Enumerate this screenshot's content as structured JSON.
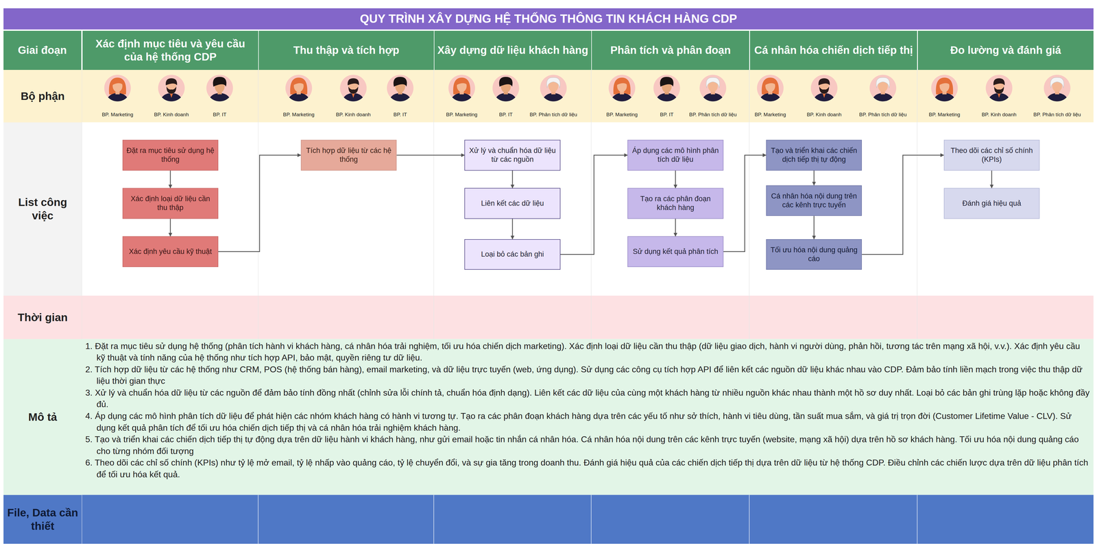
{
  "diagram": {
    "title": "QUY TRÌNH XÂY DỰNG HỆ THỐNG THÔNG TIN KHÁCH HÀNG CDP",
    "nodes": [
      {
        "text": [
          "Giai đoạn"
        ]
      },
      {
        "text": [
          "Xác định mục tiêu và yêu cầu của hệ thống CDP"
        ]
      },
      {
        "text": [
          "Thu thập và tích hợp"
        ]
      },
      {
        "text": [
          "Xây dựng dữ liệu khách hàng"
        ]
      },
      {
        "text": [
          "Phân tích và phân đoạn"
        ]
      },
      {
        "text": [
          "Cá nhân hóa chiến dịch tiếp thị"
        ]
      },
      {
        "text": [
          "Đo lường và đánh giá"
        ]
      },
      {
        "text": [
          "Bộ phận"
        ]
      },
      {
        "text": [
          "List công việc"
        ]
      },
      {
        "text": [
          "Thời gian"
        ]
      },
      {
        "text": [
          "Mô tả"
        ]
      },
      {
        "text": [
          "File, Data cần thiết"
        ]
      },
      {
        "text": [
          "Đặt ra mục tiêu sử dụng hệ thống"
        ]
      },
      {
        "text": [
          "Xác định loại dữ liệu cần thu thập"
        ]
      },
      {
        "text": [
          "Xác định yêu cầu kỹ thuật"
        ]
      },
      {
        "text": [
          "Tích hợp dữ liệu từ các hệ thống"
        ]
      },
      {
        "text": [
          "Xử lý và chuẩn hóa dữ liệu từ các nguồn"
        ]
      },
      {
        "text": [
          "Liên kết các dữ liệu"
        ]
      },
      {
        "text": [
          "Loại bỏ các bản ghi"
        ]
      },
      {
        "text": [
          "Áp dụng các mô hình phân tích dữ liệu"
        ]
      },
      {
        "text": [
          "Tạo ra các phân đoạn khách hàng"
        ]
      },
      {
        "text": [
          "Sử dụng kết quả phân tích"
        ]
      },
      {
        "text": [
          "Tạo và triển khai các chiến dịch tiếp thị tự động"
        ]
      },
      {
        "text": [
          "Cá nhân hóa nội dung trên các kênh trực tuyến"
        ]
      },
      {
        "text": [
          "Tối ưu hóa nội dung quảng cáo"
        ]
      },
      {
        "text": [
          "Theo dõi các chỉ số chính (KPIs)"
        ]
      },
      {
        "text": [
          "Đánh giá hiệu quả"
        ]
      }
    ],
    "edges": [
      {
        "from": 12,
        "to": 13,
        "arrow": "to"
      },
      {
        "from": 13,
        "to": 14,
        "arrow": "to"
      },
      {
        "from": 14,
        "to": 15,
        "arrow": "to"
      },
      {
        "from": 15,
        "to": 16,
        "arrow": "to"
      },
      {
        "from": 16,
        "to": 17,
        "arrow": "to"
      },
      {
        "from": 17,
        "to": 18,
        "arrow": "to"
      },
      {
        "from": 18,
        "to": 19,
        "arrow": "to"
      },
      {
        "from": 19,
        "to": 20,
        "arrow": "to"
      },
      {
        "from": 20,
        "to": 21,
        "arrow": "to"
      },
      {
        "from": 21,
        "to": 22,
        "arrow": "to"
      },
      {
        "from": 22,
        "to": 23,
        "arrow": "to"
      },
      {
        "from": 23,
        "to": 24,
        "arrow": "to"
      },
      {
        "from": 24,
        "to": 25,
        "arrow": "to"
      },
      {
        "from": 25,
        "to": 26,
        "arrow": "to"
      }
    ],
    "labels": [
      "BP. Marketing",
      "BP. Kinh doanh",
      "BP. IT",
      "BP. Marketing",
      "BP. Kinh doanh",
      "BP. IT",
      "BP. Marketing",
      "BP. IT",
      "BP. Phân tích dữ liệu",
      "BP. Marketing",
      "BP. IT",
      "BP. Phân tích dữ liệu",
      "BP. Marketing",
      "BP. Kinh doanh",
      "BP. Phân tích dữ liệu",
      "BP. Marketing",
      "BP. Kinh doanh",
      "BP. Phân tích dữ liệu",
      "1. Đặt ra mục tiêu sử dụng hệ thống (phân tích hành vi khách hàng, cá nhân hóa trải nghiệm, tối ưu hóa chiến dịch marketing). Xác định loại dữ liệu cần thu thập (dữ liệu giao dịch, hành vi người dùng, phản hồi, tương tác trên mạng xã hội, v.v.). Xác định yêu cầu kỹ thuật và tính năng của hệ thống như tích hợp API, bảo mật, quyền riêng tư dữ liệu.",
      "2. Tích hợp dữ liệu từ các hệ thống như CRM, POS (hệ thống bán hàng), email marketing, và dữ liệu trực tuyến (web, ứng dụng). Sử dụng các công cụ tích hợp API để liên kết các nguồn dữ liệu khác nhau vào CDP. Đảm bảo tính liền mạch trong việc thu thập dữ liệu thời gian thực",
      "3. Xử lý và chuẩn hóa dữ liệu từ các nguồn để đảm bảo tính đồng nhất (chỉnh sửa lỗi chính tả, chuẩn hóa định dạng). Liên kết các dữ liệu của cùng một khách hàng từ nhiều nguồn khác nhau thành một hồ sơ duy nhất. Loại bỏ các bản ghi trùng lặp hoặc không đầy đủ.",
      "4. Áp dụng các mô hình phân tích dữ liệu để phát hiện các nhóm khách hàng có hành vi tương tự. Tạo ra các phân đoạn khách hàng dựa trên các yếu tố như sở thích, hành vi tiêu dùng, tần suất mua sắm, và giá trị trọn đời (Customer Lifetime Value - CLV). Sử dụng kết quả phân tích để tối ưu hóa chiến dịch tiếp thị và cá nhân hóa trải nghiệm khách hàng.",
      "5. Tạo và triển khai các chiến dịch tiếp thị tự động dựa trên dữ liệu hành vi khách hàng, như gửi email hoặc tin nhắn cá nhân hóa. Cá nhân hóa nội dung trên các kênh trực tuyến (website, mạng xã hội) dựa trên hồ sơ khách hàng. Tối ưu hóa nội dung quảng cáo cho từng nhóm đối tượng",
      "6. Theo dõi các chỉ số chính (KPIs) như tỷ lệ mở email, tỷ lệ nhấp vào quảng cáo, tỷ lệ chuyển đổi, và sự gia tăng trong doanh thu. Đánh giá hiệu quả của các chiến dịch tiếp thị dựa trên dữ liệu từ hệ thống CDP. Điều chỉnh các chiến lược dựa trên dữ liệu phân tích để tối ưu hóa kết quả."
    ]
  }
}
